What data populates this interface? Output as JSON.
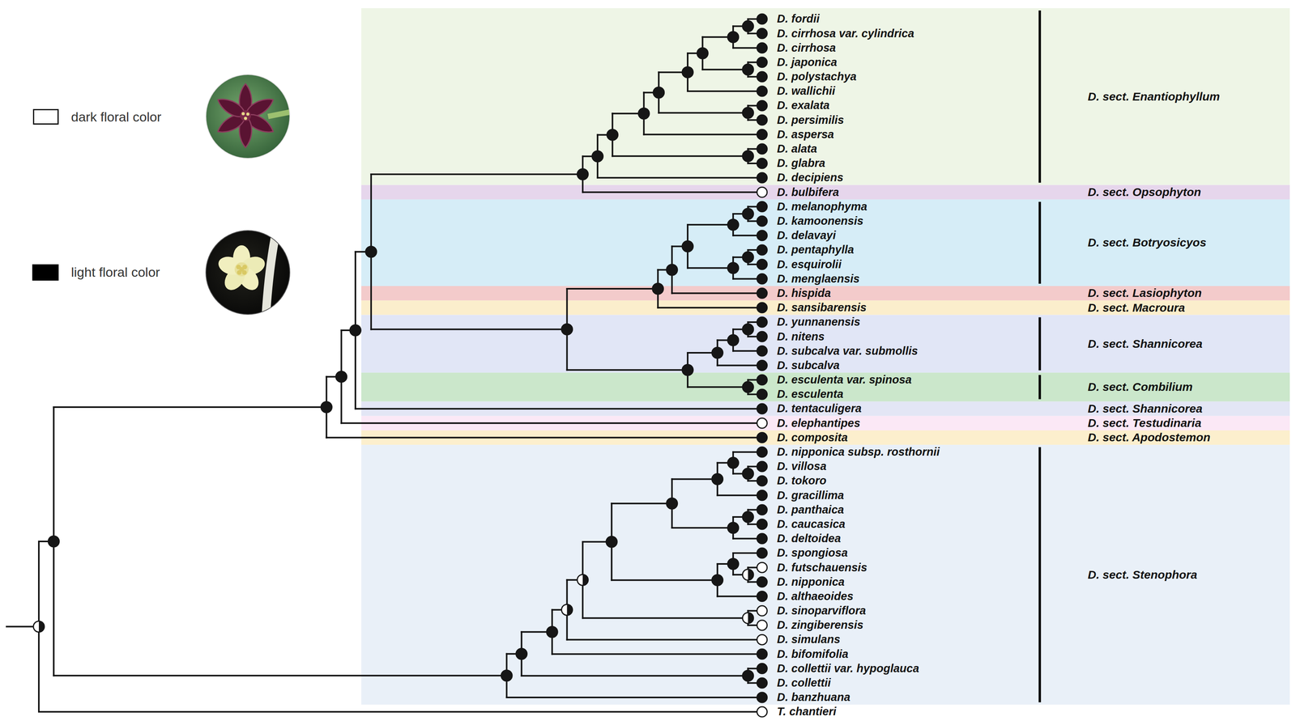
{
  "diagram": {
    "nodes": [
      {
        "text": [
          "D. fordii",
          "D. cirrhosa var. cylindrica",
          "D. cirrhosa",
          "D. japonica",
          "D. polystachya",
          "D. wallichii",
          "D. exalata",
          "D. persimilis",
          "D. aspersa",
          "D. alata",
          "D. glabra",
          "D. decipiens",
          "D. sect. Enantiophyllum"
        ]
      },
      {
        "text": [
          "D. bulbifera",
          "D. sect. Opsophyton"
        ]
      },
      {
        "text": [
          "D. melanophyma",
          "D. kamoonensis",
          "D. delavayi",
          "D. pentaphylla",
          "D. esquirolii",
          "D. menglaensis",
          "D. sect. Botryosicyos"
        ]
      },
      {
        "text": [
          "D. hispida",
          "D. sect. Lasiophyton"
        ]
      },
      {
        "text": [
          "D. sansibarensis",
          "D. sect. Macroura"
        ]
      },
      {
        "text": [
          "D. yunnanensis",
          "D. nitens",
          "D. subcalva var. submollis",
          "D. subcalva",
          "D. sect. Shannicorea"
        ]
      },
      {
        "text": [
          "D. esculenta var. spinosa",
          "D. esculenta",
          "D. sect. Combilium"
        ]
      },
      {
        "text": [
          "D. tentaculigera",
          "D. sect. Shannicorea"
        ]
      },
      {
        "text": [
          "D. elephantipes",
          "D. sect. Testudinaria"
        ]
      },
      {
        "text": [
          "D. composita",
          "D. sect. Apodostemon"
        ]
      },
      {
        "text": [
          "D. nipponica subsp. rosthornii",
          "D. villosa",
          "D. tokoro",
          "D. gracillima",
          "D. panthaica",
          "D. caucasica",
          "D. deltoidea",
          "D. spongiosa",
          "D. futschauensis",
          "D. nipponica",
          "D. althaeoides",
          "D. sinoparviflora",
          "D. zingiberensis",
          "D. simulans",
          "D. bifomifolia",
          "D. collettii var. hypoglauca",
          "D. collettii",
          "D. banzhuana",
          "D. sect. Stenophora"
        ]
      }
    ],
    "labels": [
      "T. chantieri"
    ],
    "legend": [
      {
        "text": "dark floral color",
        "color": "#ffffff"
      },
      {
        "text": "light floral color",
        "color": "#000000"
      }
    ]
  }
}
